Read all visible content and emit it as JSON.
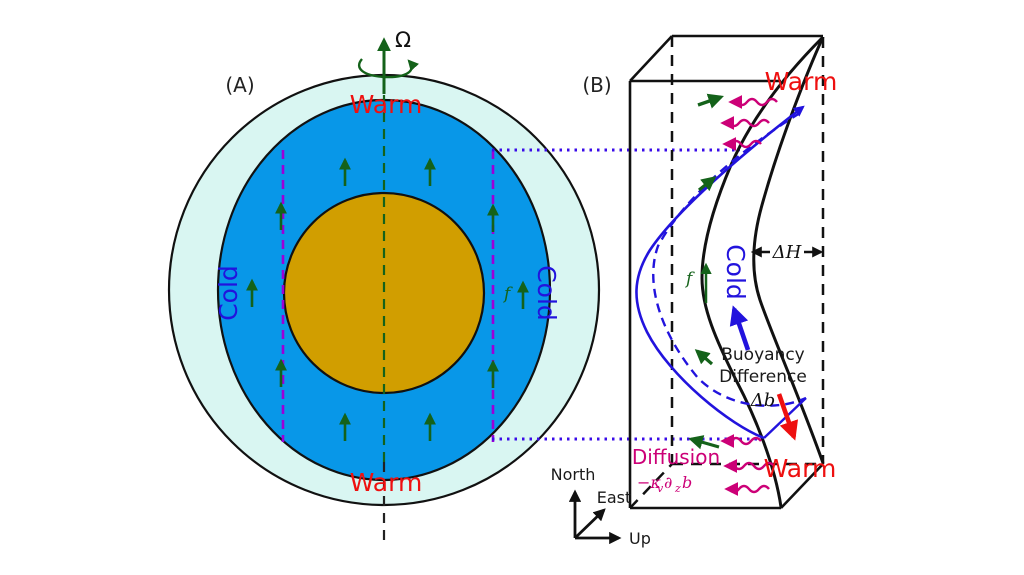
{
  "panel_a": {
    "label": "(A)",
    "omega": "Ω",
    "warm_top": "Warm",
    "warm_bottom": "Warm",
    "cold_left": "Cold",
    "cold_right": "Cold",
    "coriolis_f": "f"
  },
  "panel_b": {
    "label": "(B)",
    "warm_top": "Warm",
    "warm_bottom": "Warm",
    "cold": "Cold",
    "coriolis_f": "f",
    "delta_h": "ΔH",
    "buoyancy_word1": "Buoyancy",
    "buoyancy_word2": "Difference",
    "delta_b": "Δb",
    "diffusion": "Diffusion",
    "diffusion_term": {
      "neg_kappa": "−κ",
      "sub_v": "v",
      "partial": "∂",
      "sub_z": "z",
      "var_b": "b"
    },
    "axes": {
      "north": "North",
      "east": "East",
      "up": "Up"
    }
  },
  "colors": {
    "outer_shell": "#d9f6f2",
    "convective_shell": "#0897e8",
    "core": "#d19e00",
    "warm_text": "#ee1010",
    "cold_text": "#2213dd",
    "green_arrow": "#14621a",
    "magenta": "#cc0077",
    "purple_dashed": "#9b00d8",
    "blue_dotted": "#3a0ce8",
    "blue_curve": "#2213dd",
    "red_arrow": "#ee1010",
    "black": "#111111"
  }
}
